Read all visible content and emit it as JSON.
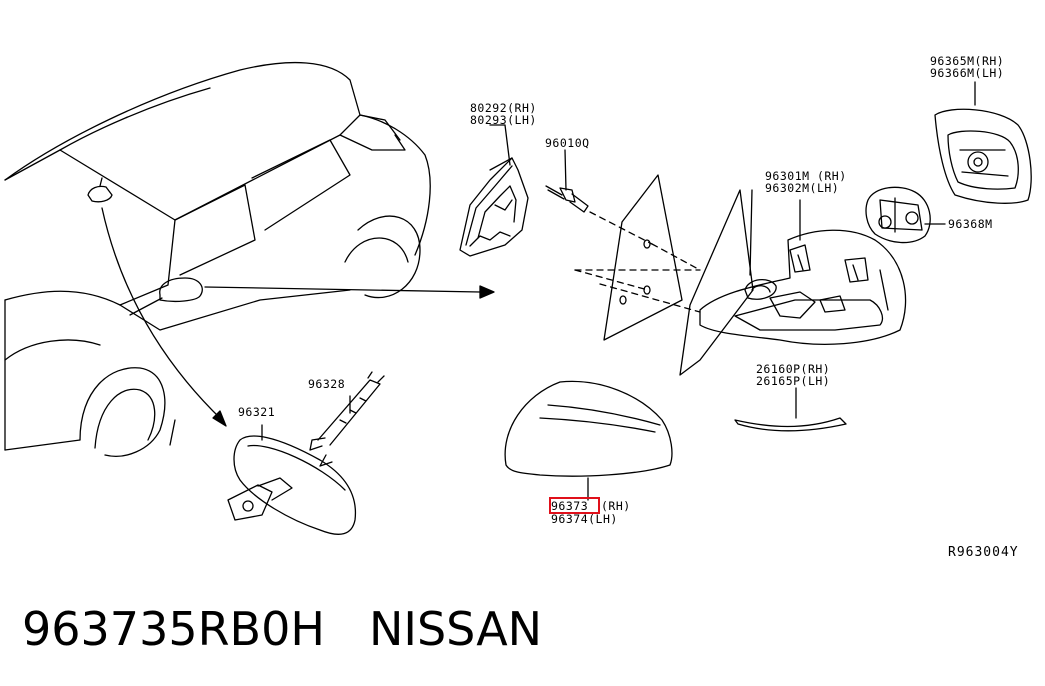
{
  "labels": {
    "p80292": "80292(RH)",
    "p80293": "80293(LH)",
    "p96010q": "96010Q",
    "p96301m": "96301M (RH)",
    "p96302m": "96302M(LH)",
    "p96365m": "96365M(RH)",
    "p96366m": "96366M(LH)",
    "p96368m": "96368M",
    "p96328": "96328",
    "p96321": "96321",
    "p26160p": "26160P(RH)",
    "p26165p": "26165P(LH)",
    "p96373": "96373",
    "p96373_side": "(RH)",
    "p96374": "96374(LH)"
  },
  "diagram_ref": "R963004Y",
  "caption": {
    "part_number": "963735RB0H",
    "brand": "NISSAN"
  },
  "colors": {
    "line": "#000000",
    "highlight": "#e0101a"
  }
}
